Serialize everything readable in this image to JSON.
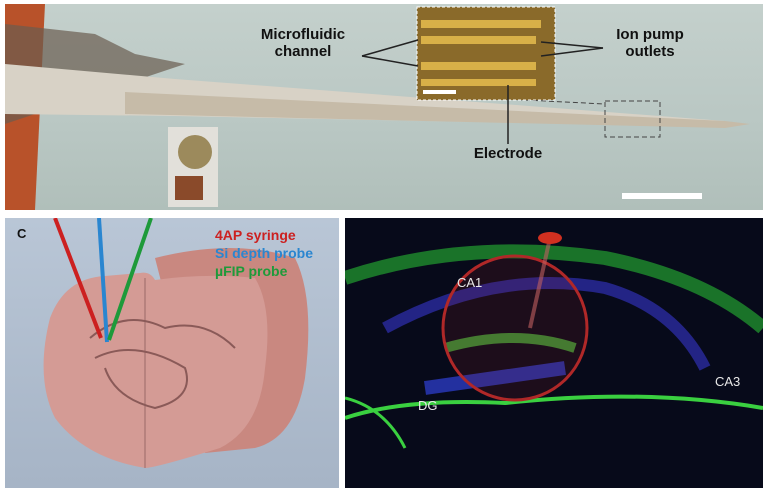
{
  "top_panel": {
    "labels": {
      "microfluidic_channel": "Microfluidic channel",
      "ion_pump_outlets": "Ion pump outlets",
      "electrode": "Electrode"
    }
  },
  "bottom_left_panel": {
    "panel_letter": "C",
    "legend": [
      {
        "label": "4AP syringe",
        "color": "#cc2020"
      },
      {
        "label": "Si depth probe",
        "color": "#2a86d0"
      },
      {
        "label": "µFIP probe",
        "color": "#1e9a3a"
      }
    ]
  },
  "bottom_right_panel": {
    "regions": {
      "ca1": "CA1",
      "ca3": "CA3",
      "dg": "DG"
    }
  }
}
